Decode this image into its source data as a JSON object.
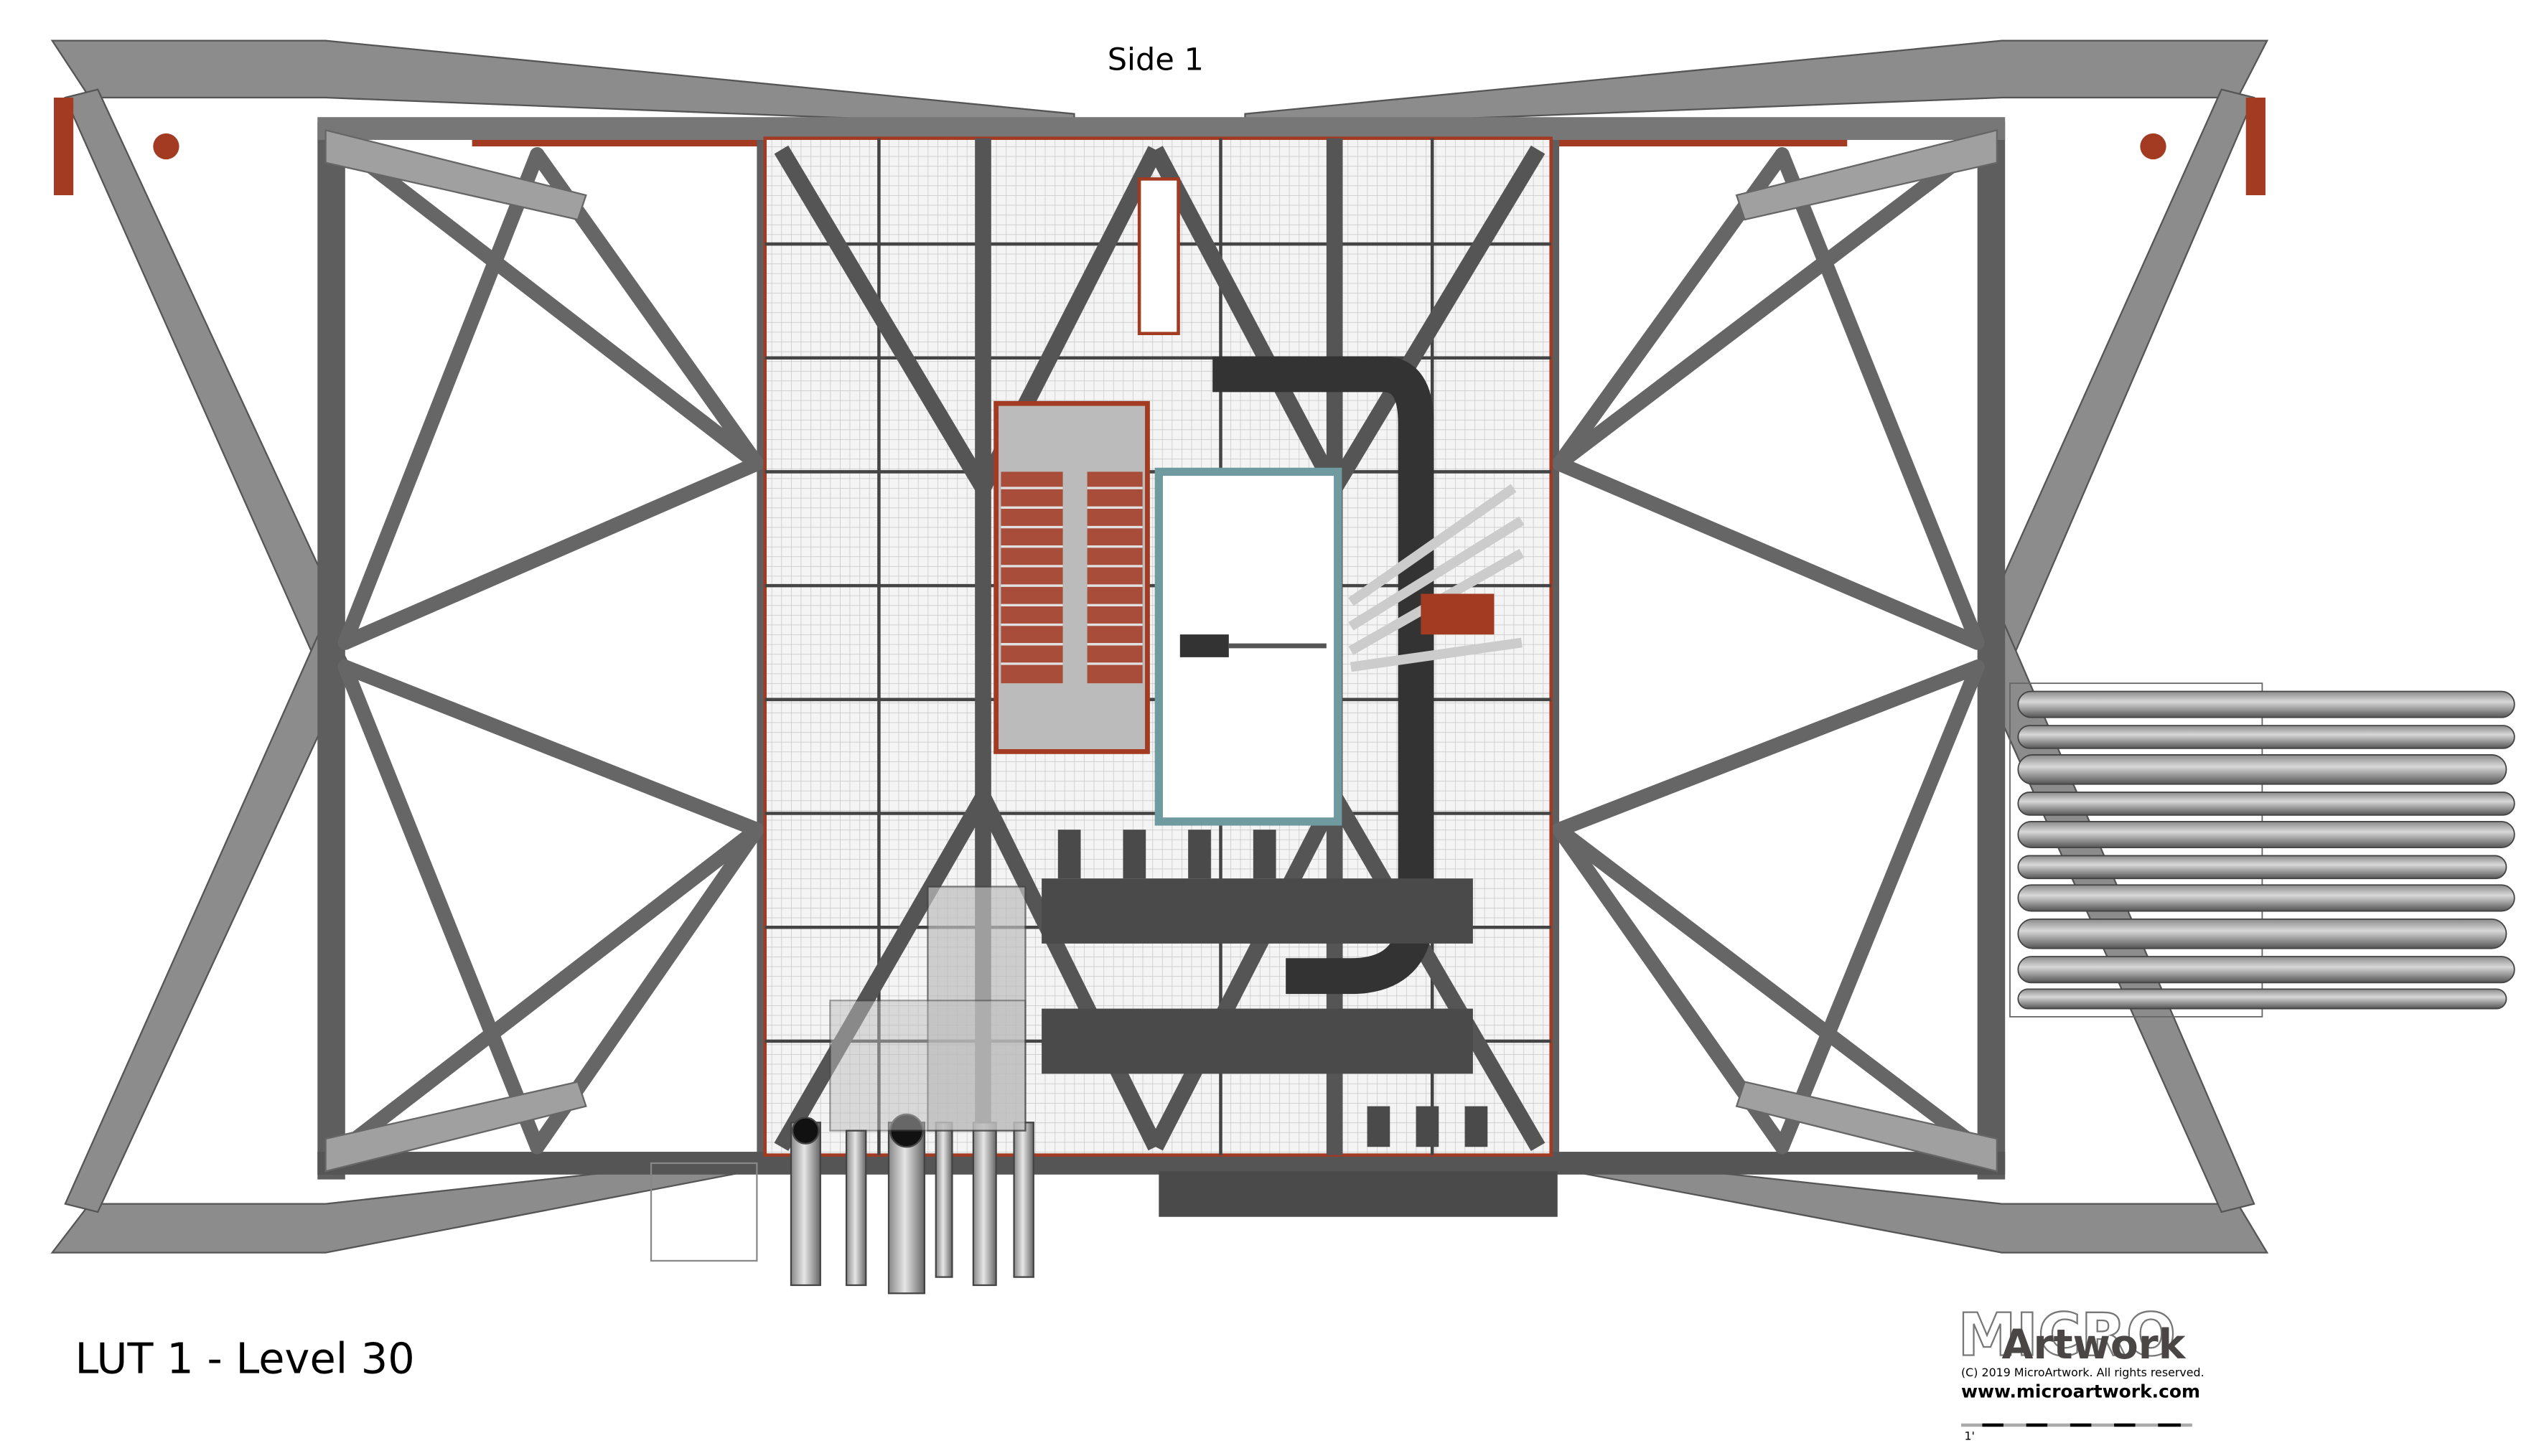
{
  "header": {
    "side_label": "Side 1"
  },
  "footer": {
    "title": "LUT 1 - Level 30"
  },
  "logo": {
    "wordmark_outline": "MICRO",
    "wordmark": "Artwork",
    "copyright": "(C) 2019 MicroArtwork. All rights reserved.",
    "website": "www.microartwork.com",
    "scale_label": "1'"
  },
  "colors": {
    "steel": "#6e6e6e",
    "steel_dark": "#4a4a4a",
    "steel_light": "#a8a8a8",
    "accent_red": "#a33a22",
    "elevator_cyan": "#6f9aa0",
    "grating": "#cfcfcf"
  }
}
